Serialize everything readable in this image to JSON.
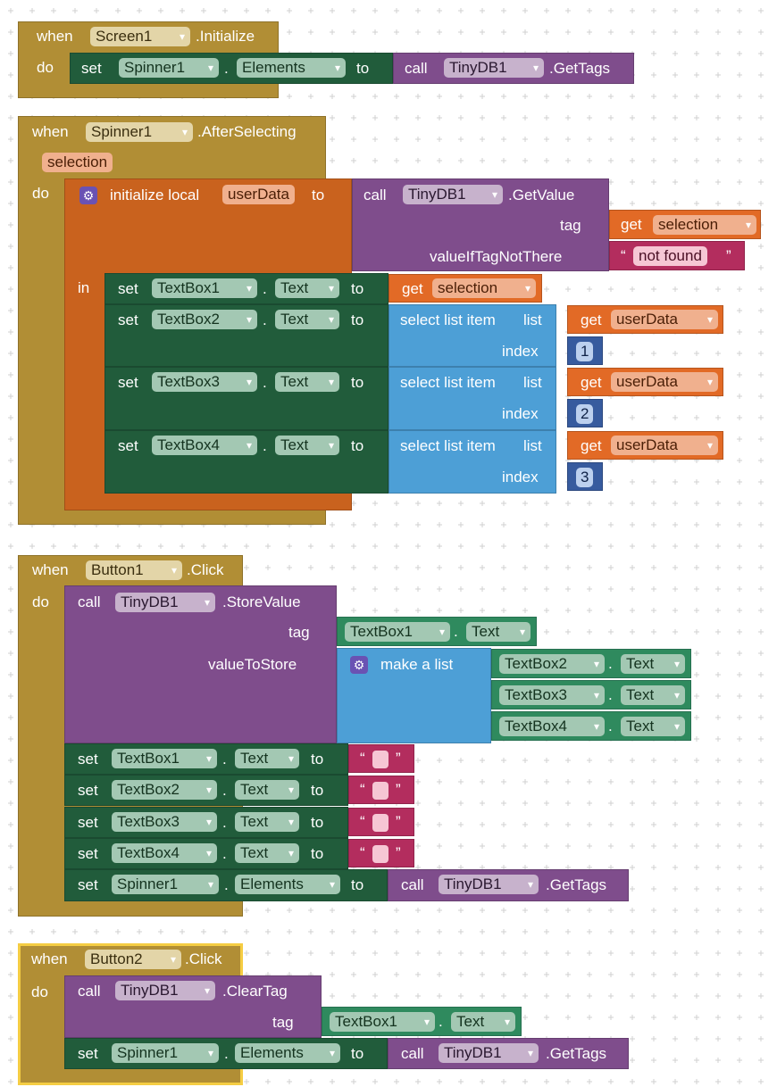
{
  "workspace": {
    "background": "#ffffff",
    "grid": "#d0d0d0"
  },
  "kw": {
    "when": "when",
    "do": "do",
    "set": "set",
    "to": "to",
    "call": "call",
    "in": "in",
    "dot": ".",
    "get": "get",
    "lq": "“",
    "rq": "”",
    "tag": "tag",
    "index": "index",
    "value_to_store": "valueToStore",
    "value_if_tag_not_there": "valueIfTagNotThere",
    "initialize_local": "initialize local",
    "select_list_item": "select list item",
    "list": "list",
    "make_a_list": "make a list",
    "not_found": "not found"
  },
  "components": {
    "screen1": "Screen1",
    "spinner1": "Spinner1",
    "tinydb1": "TinyDB1",
    "textbox1": "TextBox1",
    "textbox2": "TextBox2",
    "textbox3": "TextBox3",
    "textbox4": "TextBox4",
    "button1": "Button1",
    "button2": "Button2"
  },
  "props": {
    "elements": "Elements",
    "text": "Text"
  },
  "events": {
    "initialize": ".Initialize",
    "after_selecting": ".AfterSelecting",
    "click": ".Click"
  },
  "methods": {
    "get_tags": ".GetTags",
    "get_value": ".GetValue",
    "store_value": ".StoreValue",
    "clear_tag": ".ClearTag"
  },
  "vars": {
    "selection": "selection",
    "user_data": "userData"
  },
  "numbers": {
    "one": "1",
    "two": "2",
    "three": "3"
  }
}
